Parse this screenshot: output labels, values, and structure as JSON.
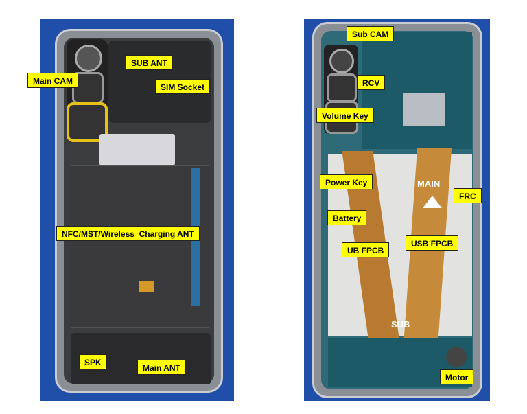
{
  "left_phone": {
    "labels": {
      "main_cam": "Main CAM",
      "sub_ant": "SUB ANT",
      "sim_socket": "SIM Socket",
      "nfc": "NFC/MST/Wireless  Charging ANT",
      "spk": "SPK",
      "main_ant": "Main ANT"
    }
  },
  "right_phone": {
    "labels": {
      "sub_cam": "Sub CAM",
      "rcv": "RCV",
      "volume_key": "Volume Key",
      "power_key": "Power Key",
      "frc": "FRC",
      "battery": "Battery",
      "ub_fpcb": "UB FPCB",
      "usb_fpcb": "USB FPCB",
      "motor": "Motor"
    },
    "board_markings": {
      "main": "MAIN",
      "sub": "SUB"
    }
  },
  "colors": {
    "background": "#1f4fa8",
    "label": "#ffff00"
  }
}
